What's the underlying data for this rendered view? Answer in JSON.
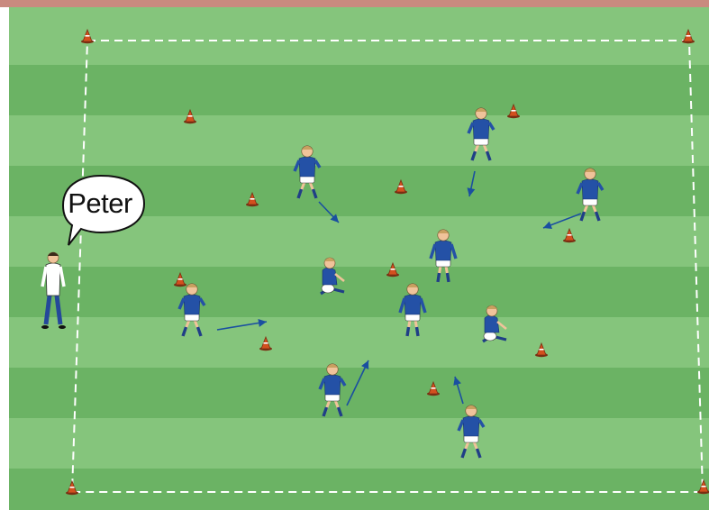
{
  "scene": {
    "coach_name": "Peter",
    "colors": {
      "top_strip": "#c98a7f",
      "grass_light": "#85c57c",
      "grass_dark": "#6bb364",
      "boundary_line": "#ffffff",
      "jersey": "#2451a6",
      "shorts": "#ffffff",
      "socks": "#1f3f86",
      "skin": "#f0c39a",
      "cone": "#d3501e",
      "arrow": "#1a4fa0",
      "coach_shirt": "#ffffff",
      "coach_trousers": "#24489a"
    },
    "icons": [
      "cone-icon",
      "player-figure",
      "coach-figure",
      "direction-arrow",
      "speech-bubble"
    ]
  }
}
